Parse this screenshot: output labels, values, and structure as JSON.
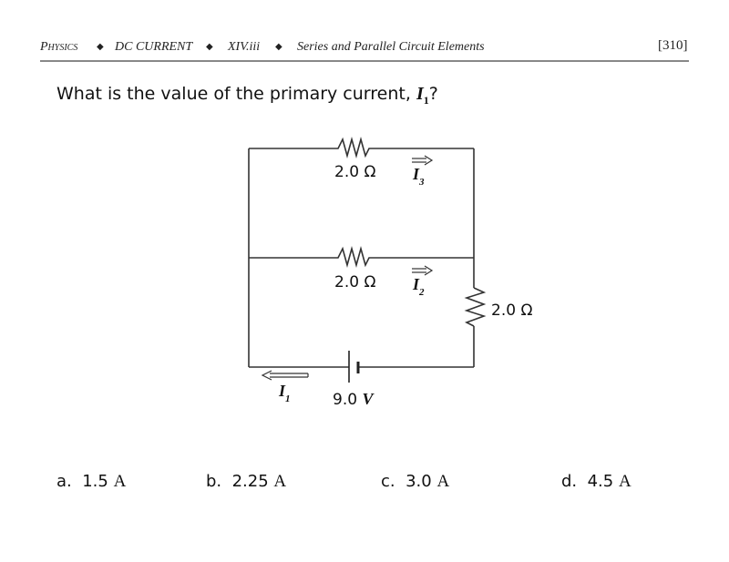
{
  "header": {
    "subject": "Physics",
    "chapter": "DC CURRENT",
    "section": "XIV.iii",
    "topic": "Series and Parallel Circuit Elements",
    "page_number": "[310]",
    "separator_icon": "diamond-bullet"
  },
  "question": {
    "text": "What is the value of the primary current, ",
    "variable": "I",
    "subscript": "1",
    "end": "?"
  },
  "circuit": {
    "top_resistor": "2.0 Ω",
    "middle_resistor": "2.0 Ω",
    "right_resistor": "2.0 Ω",
    "battery": {
      "value": "9.0 ",
      "unit": "V"
    },
    "currents": [
      {
        "name": "I",
        "sub": "3",
        "direction": "right"
      },
      {
        "name": "I",
        "sub": "2",
        "direction": "right"
      },
      {
        "name": "I",
        "sub": "1",
        "direction": "left"
      }
    ]
  },
  "answers": [
    {
      "letter": "a.",
      "value": "1.5",
      "unit": "A"
    },
    {
      "letter": "b.",
      "value": "2.25",
      "unit": "A"
    },
    {
      "letter": "c.",
      "value": "3.0",
      "unit": "A"
    },
    {
      "letter": "d.",
      "value": "4.5",
      "unit": "A"
    }
  ]
}
